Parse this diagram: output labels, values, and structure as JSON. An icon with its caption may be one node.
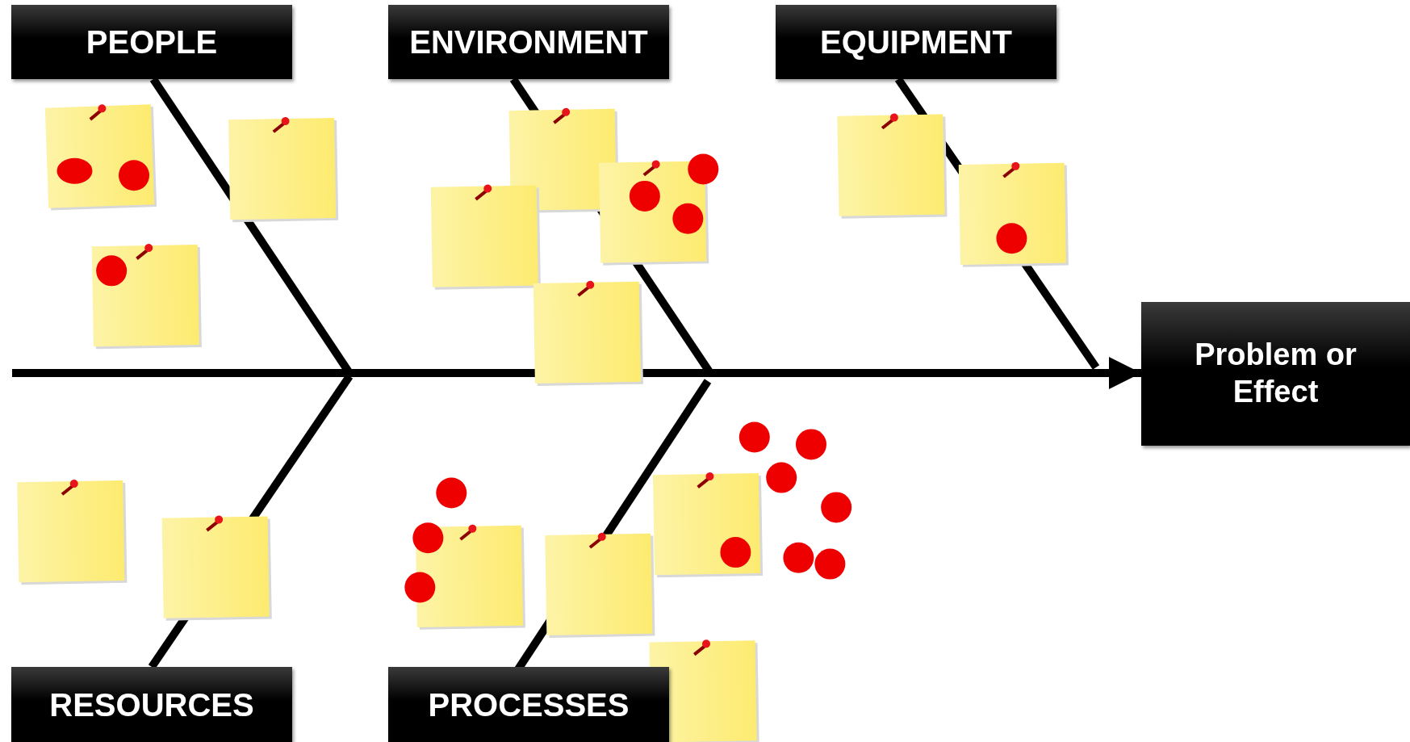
{
  "diagram": {
    "nodes": [
      {
        "text": [
          "PEOPLE"
        ]
      },
      {
        "text": [
          "ENVIRONMENT"
        ]
      },
      {
        "text": [
          "EQUIPMENT"
        ]
      },
      {
        "text": [
          "RESOURCES"
        ]
      },
      {
        "text": [
          "PROCESSES"
        ]
      },
      {
        "text": [
          "Problem or Effect"
        ]
      }
    ],
    "edges": [
      {
        "from": 0,
        "to": null,
        "arrow": "none"
      },
      {
        "from": 1,
        "to": null,
        "arrow": "none"
      },
      {
        "from": 2,
        "to": null,
        "arrow": "none"
      },
      {
        "from": 3,
        "to": null,
        "arrow": "none"
      },
      {
        "from": 4,
        "to": null,
        "arrow": "none"
      },
      {
        "from": null,
        "to": 5,
        "arrow": "to"
      }
    ]
  }
}
